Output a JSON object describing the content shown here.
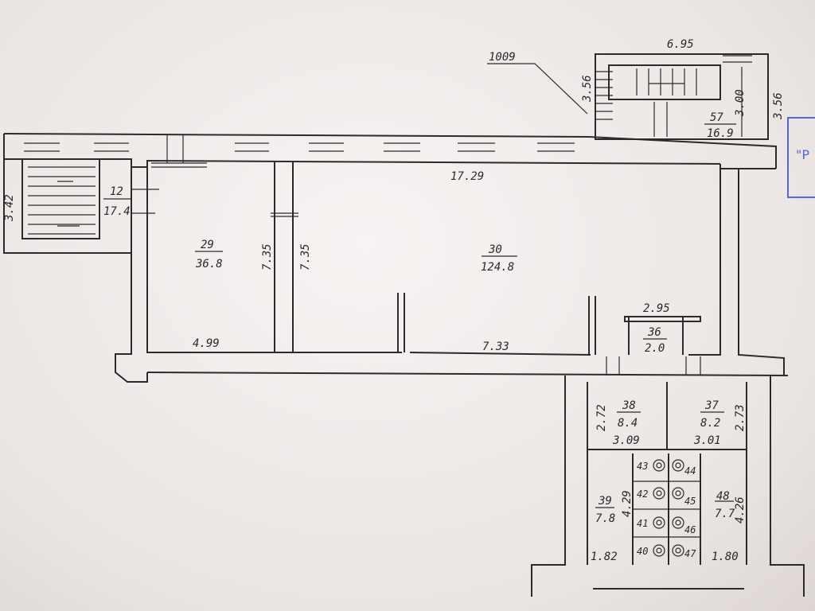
{
  "building_ref": "1009",
  "stamp": {
    "text": "\"Р"
  },
  "rooms": [
    {
      "id": "r57",
      "number": "57",
      "area": "16.9"
    },
    {
      "id": "r12",
      "number": "12",
      "area": "17.4"
    },
    {
      "id": "r29",
      "number": "29",
      "area": "36.8"
    },
    {
      "id": "r30",
      "number": "30",
      "area": "124.8"
    },
    {
      "id": "r36",
      "number": "36",
      "area": "2.0"
    },
    {
      "id": "r38",
      "number": "38",
      "area": "8.4"
    },
    {
      "id": "r37",
      "number": "37",
      "area": "8.2"
    },
    {
      "id": "r39",
      "number": "39",
      "area": "7.8"
    },
    {
      "id": "r48",
      "number": "48",
      "area": "7.7"
    }
  ],
  "cubicles": [
    "43",
    "42",
    "41",
    "40",
    "44",
    "45",
    "46",
    "47"
  ],
  "dimensions": {
    "d_695": "6.95",
    "d_356a": "3.56",
    "d_356b": "3.56",
    "d_300": "3.00",
    "d_342": "3.42",
    "d_1729": "17.29",
    "d_735a": "7.35",
    "d_735b": "7.35",
    "d_499": "4.99",
    "d_733": "7.33",
    "d_295": "2.95",
    "d_272": "2.72",
    "d_273": "2.73",
    "d_309": "3.09",
    "d_301": "3.01",
    "d_429": "4.29",
    "d_426": "4.26",
    "d_182": "1.82",
    "d_180": "1.80"
  }
}
